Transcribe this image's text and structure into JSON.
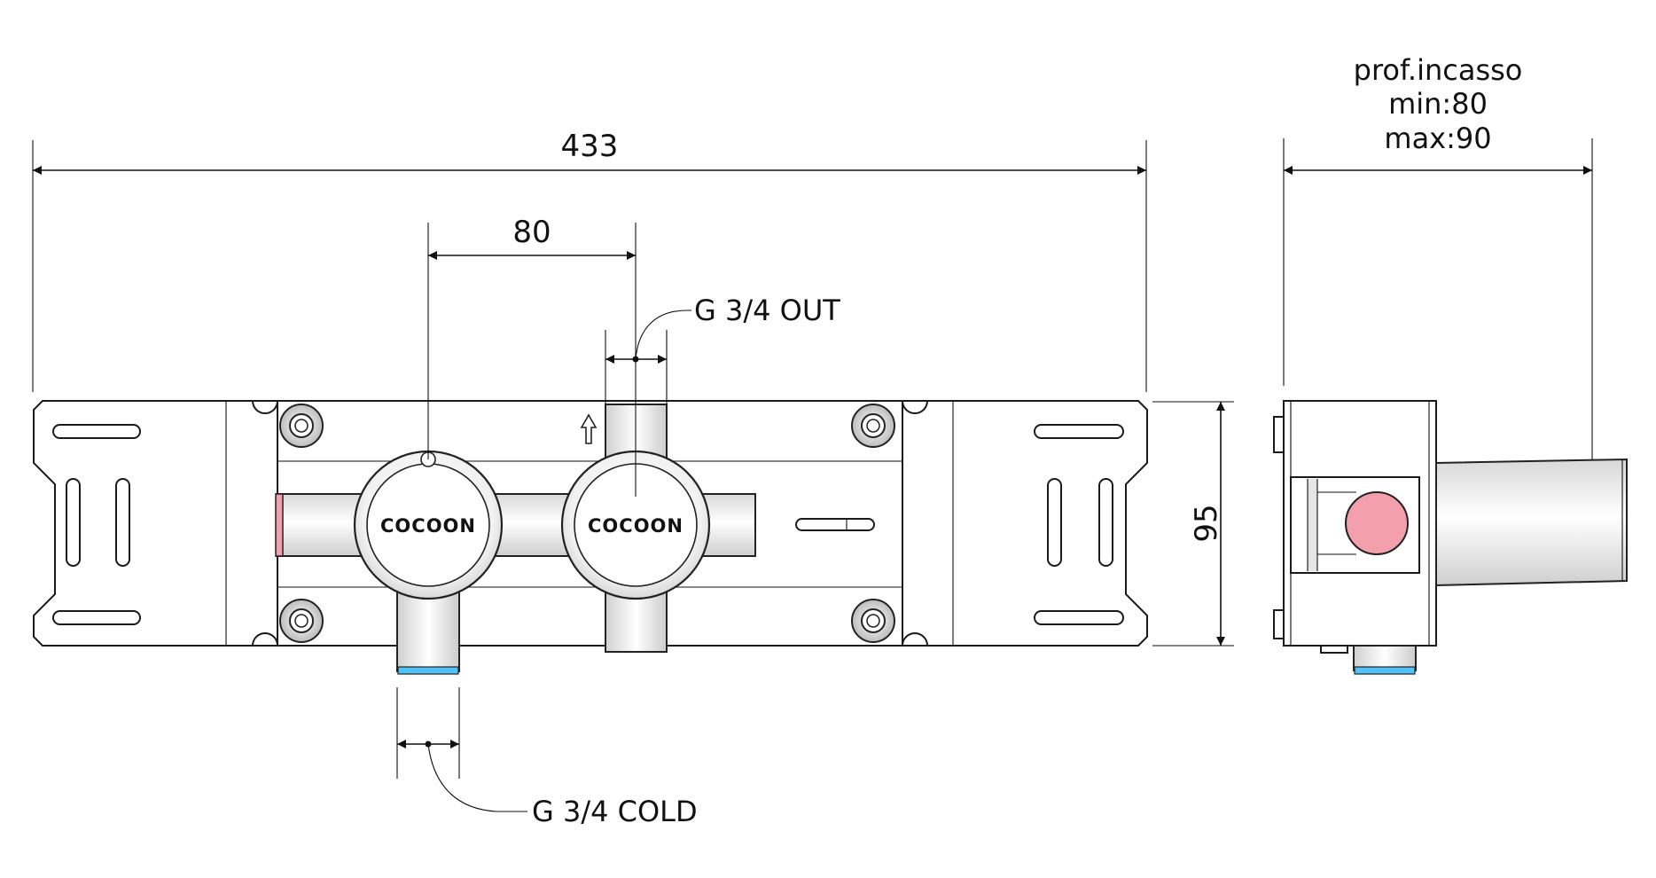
{
  "dimensions": {
    "overall_width": "433",
    "port_spacing": "80",
    "height": "95",
    "depth_title": "prof.incasso",
    "depth_min": "min:80",
    "depth_max": "max:90"
  },
  "labels": {
    "out_port": "G 3/4 OUT",
    "cold_port": "G 3/4 COLD"
  },
  "brand": {
    "left_cap": "COCOON",
    "right_cap": "COCOON"
  },
  "colors": {
    "hot_indicator": "#f4a0ac",
    "cold_indicator": "#4fc3f7",
    "line": "#111111"
  },
  "icons": [
    "up-arrow-icon",
    "screw-icon"
  ]
}
